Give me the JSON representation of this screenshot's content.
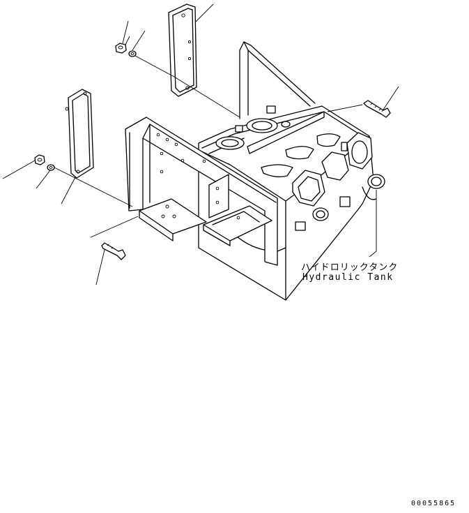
{
  "label_jp": "ハイドロリックタンク",
  "label_en": "Hydraulic Tank",
  "drawing_number": "00055865",
  "parts": [
    {
      "name": "nut-top",
      "icon": "nut-icon"
    },
    {
      "name": "washer-top",
      "icon": "washer-icon"
    },
    {
      "name": "cover-plate-right",
      "icon": "plate-icon"
    },
    {
      "name": "bolt-right",
      "icon": "bolt-icon"
    },
    {
      "name": "cover-plate-left",
      "icon": "plate-icon"
    },
    {
      "name": "nut-left",
      "icon": "nut-icon"
    },
    {
      "name": "washer-left",
      "icon": "washer-icon"
    },
    {
      "name": "bolt-bottom",
      "icon": "bolt-icon"
    }
  ]
}
